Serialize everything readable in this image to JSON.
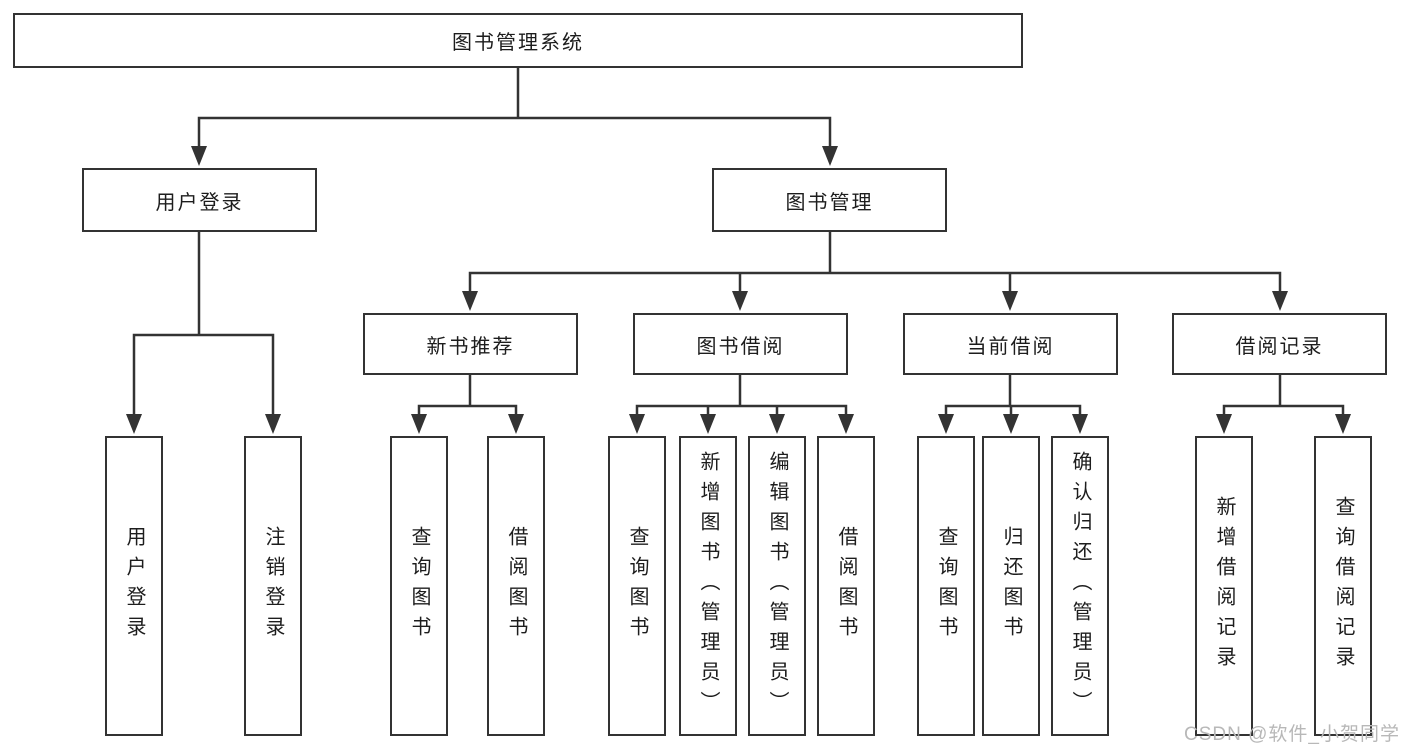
{
  "nodes": {
    "root": {
      "label": "图书管理系统"
    },
    "level2": [
      {
        "label": "用户登录"
      },
      {
        "label": "图书管理"
      }
    ],
    "level3": [
      {
        "label": "新书推荐"
      },
      {
        "label": "图书借阅"
      },
      {
        "label": "当前借阅"
      },
      {
        "label": "借阅记录"
      }
    ],
    "leaves": [
      {
        "label": "用户登录"
      },
      {
        "label": "注销登录"
      },
      {
        "label": "查询图书"
      },
      {
        "label": "借阅图书"
      },
      {
        "label": "查询图书"
      },
      {
        "label": "新增图书（管理员）"
      },
      {
        "label": "编辑图书（管理员）"
      },
      {
        "label": "借阅图书"
      },
      {
        "label": "查询图书"
      },
      {
        "label": "归还图书"
      },
      {
        "label": "确认归还（管理员）"
      },
      {
        "label": "新增借阅记录"
      },
      {
        "label": "查询借阅记录"
      }
    ]
  },
  "watermark": {
    "text": "CSDN @软件_小贺同学"
  },
  "colors": {
    "line": "#333333",
    "text": "#1d1d1d",
    "watermark": "#b8b8b8",
    "background": "#ffffff"
  }
}
